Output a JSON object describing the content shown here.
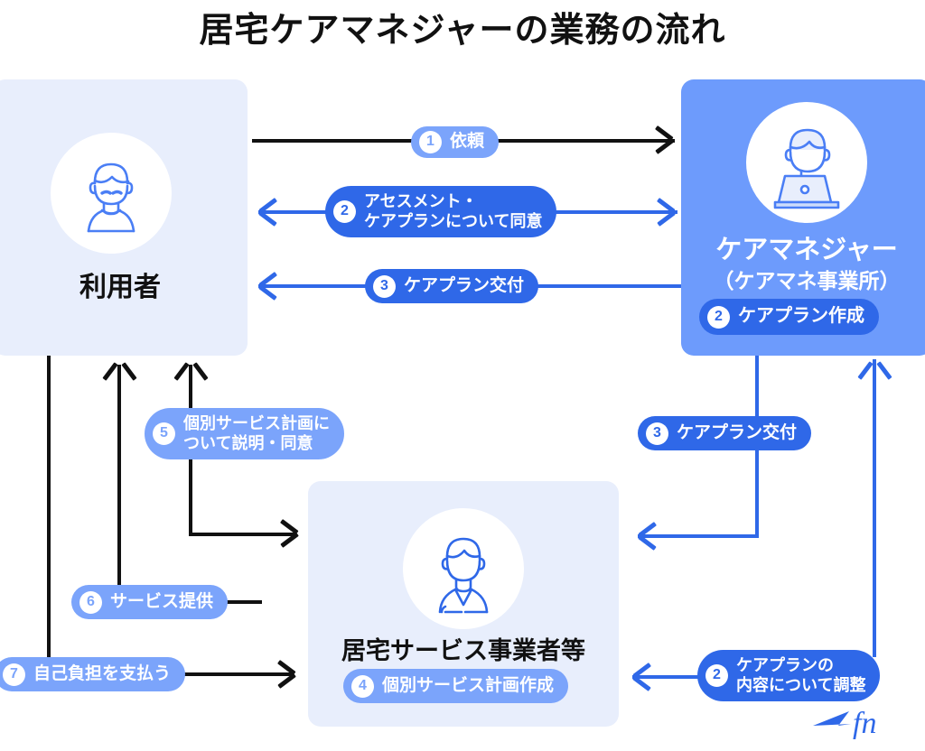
{
  "title": "居宅ケアマネジャーの業務の流れ",
  "colors": {
    "light_box": "#e8eefc",
    "mid_box": "#6d9bfc",
    "pill_light": "#7ba4fb",
    "pill_dark": "#2f68e8",
    "arrow_black": "#111111",
    "arrow_blue": "#2f68e8",
    "text_dark": "#111111",
    "text_white": "#ffffff"
  },
  "entities": {
    "user": {
      "name": "利用者",
      "icon": "elderly-person-icon"
    },
    "care_manager": {
      "name": "ケアマネジャー",
      "subname": "（ケアマネ事業所）",
      "icon": "care-manager-laptop-icon",
      "badge": {
        "number": "2",
        "label": "ケアプラン作成"
      }
    },
    "provider": {
      "name": "居宅サービス事業者等",
      "icon": "caregiver-icon",
      "badge": {
        "number": "4",
        "label": "個別サービス計画作成"
      }
    }
  },
  "flows": [
    {
      "id": "f1",
      "number": "1",
      "label_line1": "依頼",
      "label_line2": "",
      "style": "light",
      "arrow_color": "black",
      "from": "user",
      "to": "care_manager"
    },
    {
      "id": "f2",
      "number": "2",
      "label_line1": "アセスメント・",
      "label_line2": "ケアプランについて同意",
      "style": "dark",
      "arrow_color": "blue",
      "from": "care_manager",
      "to": "user"
    },
    {
      "id": "f3",
      "number": "3",
      "label_line1": "ケアプラン交付",
      "label_line2": "",
      "style": "dark",
      "arrow_color": "blue",
      "from": "care_manager",
      "to": "user"
    },
    {
      "id": "f4",
      "number": "3",
      "label_line1": "ケアプラン交付",
      "label_line2": "",
      "style": "dark",
      "arrow_color": "blue",
      "from": "care_manager",
      "to": "provider"
    },
    {
      "id": "f5",
      "number": "2",
      "label_line1": "ケアプランの",
      "label_line2": "内容について調整",
      "style": "dark",
      "arrow_color": "blue",
      "from": "care_manager",
      "to": "provider"
    },
    {
      "id": "f6",
      "number": "5",
      "label_line1": "個別サービス計画に",
      "label_line2": "ついて説明・同意",
      "style": "light",
      "arrow_color": "black",
      "from": "provider",
      "to": "user"
    },
    {
      "id": "f7",
      "number": "6",
      "label_line1": "サービス提供",
      "label_line2": "",
      "style": "light",
      "arrow_color": "black",
      "from": "provider",
      "to": "user"
    },
    {
      "id": "f8",
      "number": "7",
      "label_line1": "自己負担を支払う",
      "label_line2": "",
      "style": "light",
      "arrow_color": "black",
      "from": "user",
      "to": "provider"
    }
  ],
  "watermark": {
    "text": "fn",
    "icon": "brand-swoosh-icon"
  }
}
